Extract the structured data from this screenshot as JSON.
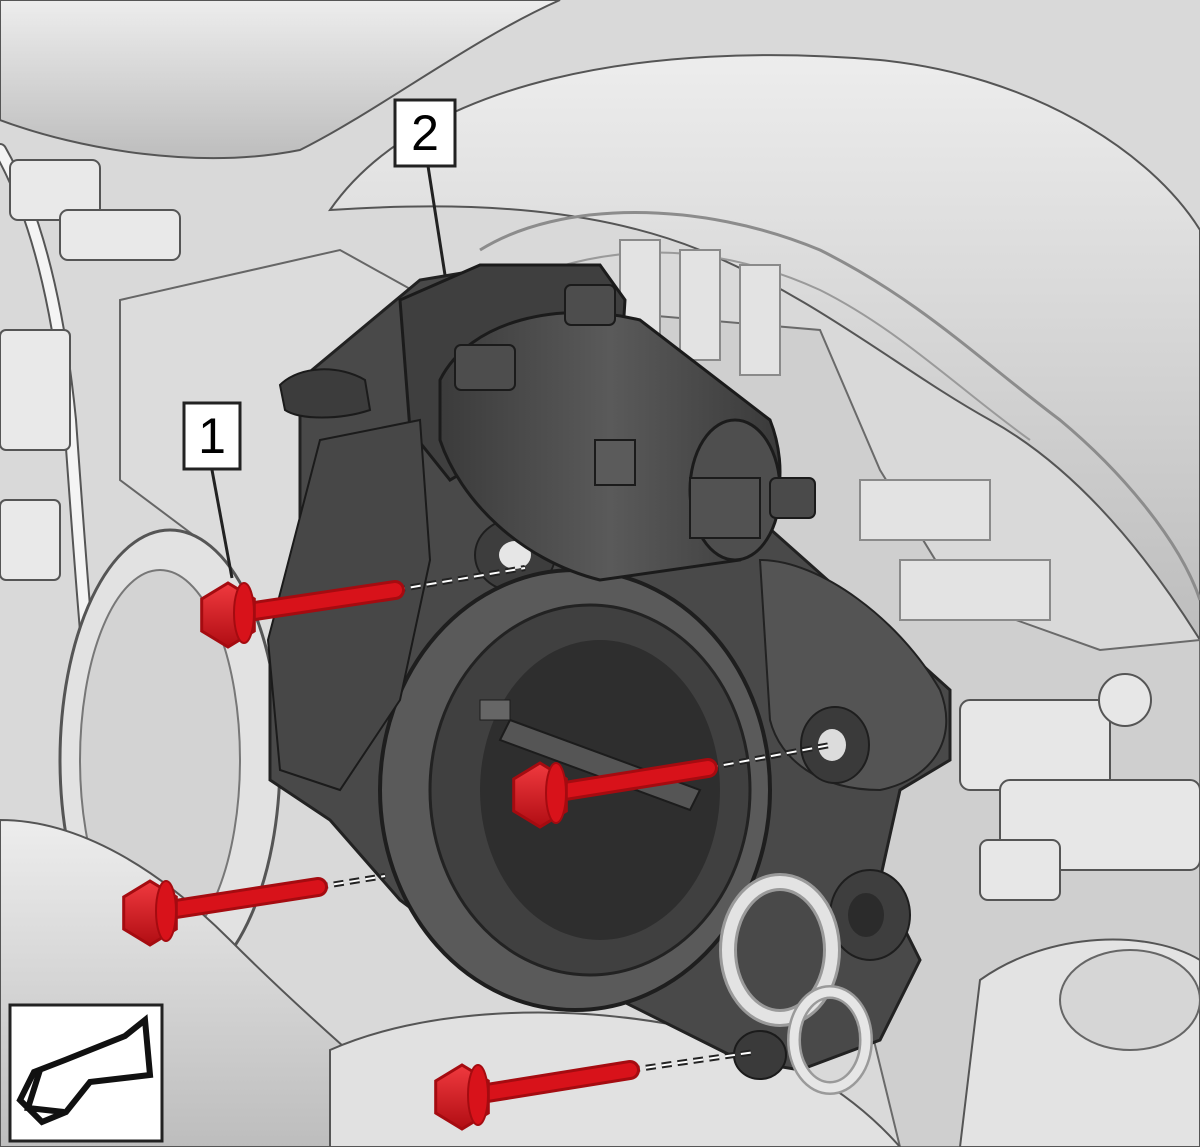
{
  "callouts": [
    {
      "id": "1",
      "label": "1",
      "target": "bolts"
    },
    {
      "id": "2",
      "label": "2",
      "target": "throttle-body"
    }
  ],
  "view_arrow": {
    "icon": "front-view-arrow-icon"
  },
  "colors": {
    "bolt": "#d8121a",
    "bolt_dark": "#a50b10",
    "housing": "#4b4b4b",
    "housing_dark": "#2f2f2f",
    "housing_light": "#6a6a6a",
    "engine_light": "#e6e6e6",
    "engine_mid": "#cfcfcf",
    "engine_shadow": "#b5b5b5",
    "line": "#3a3a3a"
  }
}
